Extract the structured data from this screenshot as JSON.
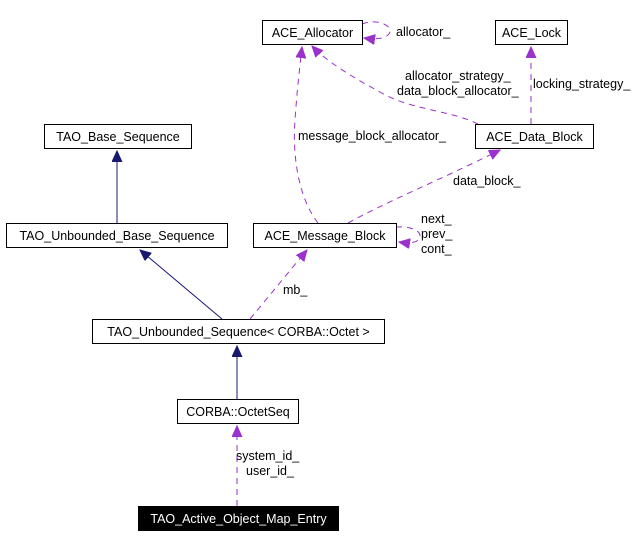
{
  "diagram": {
    "type": "collaboration-graph",
    "colors": {
      "inheritance_edge": "#191970",
      "usage_edge": "#9a32cd",
      "node_border": "#000000",
      "focus_node_fill": "#000000",
      "focus_node_text": "#ffffff"
    },
    "nodes": {
      "ace_allocator": "ACE_Allocator",
      "ace_lock": "ACE_Lock",
      "tao_base_sequence": "TAO_Base_Sequence",
      "ace_data_block": "ACE_Data_Block",
      "tao_unbounded_base_sequence": "TAO_Unbounded_Base_Sequence",
      "ace_message_block": "ACE_Message_Block",
      "tao_unbounded_sequence_octet": "TAO_Unbounded_Sequence< CORBA::Octet >",
      "corba_octetseq": "CORBA::OctetSeq",
      "tao_active_object_map_entry": "TAO_Active_Object_Map_Entry"
    },
    "edges": [
      {
        "from": "ace_allocator",
        "to": "ace_allocator",
        "kind": "usage",
        "labels": [
          "allocator_"
        ]
      },
      {
        "from": "ace_data_block",
        "to": "ace_allocator",
        "kind": "usage",
        "labels": [
          "allocator_strategy_",
          "data_block_allocator_"
        ]
      },
      {
        "from": "ace_data_block",
        "to": "ace_lock",
        "kind": "usage",
        "labels": [
          "locking_strategy_"
        ]
      },
      {
        "from": "ace_message_block",
        "to": "ace_allocator",
        "kind": "usage",
        "labels": [
          "message_block_allocator_"
        ]
      },
      {
        "from": "ace_message_block",
        "to": "ace_data_block",
        "kind": "usage",
        "labels": [
          "data_block_"
        ]
      },
      {
        "from": "ace_message_block",
        "to": "ace_message_block",
        "kind": "usage",
        "labels": [
          "next_",
          "prev_",
          "cont_"
        ]
      },
      {
        "from": "tao_unbounded_base_sequence",
        "to": "tao_base_sequence",
        "kind": "inheritance",
        "labels": []
      },
      {
        "from": "tao_unbounded_sequence_octet",
        "to": "tao_unbounded_base_sequence",
        "kind": "inheritance",
        "labels": []
      },
      {
        "from": "tao_unbounded_sequence_octet",
        "to": "ace_message_block",
        "kind": "usage",
        "labels": [
          "mb_"
        ]
      },
      {
        "from": "corba_octetseq",
        "to": "tao_unbounded_sequence_octet",
        "kind": "inheritance",
        "labels": []
      },
      {
        "from": "tao_active_object_map_entry",
        "to": "corba_octetseq",
        "kind": "usage",
        "labels": [
          "system_id_",
          "user_id_"
        ]
      }
    ]
  }
}
